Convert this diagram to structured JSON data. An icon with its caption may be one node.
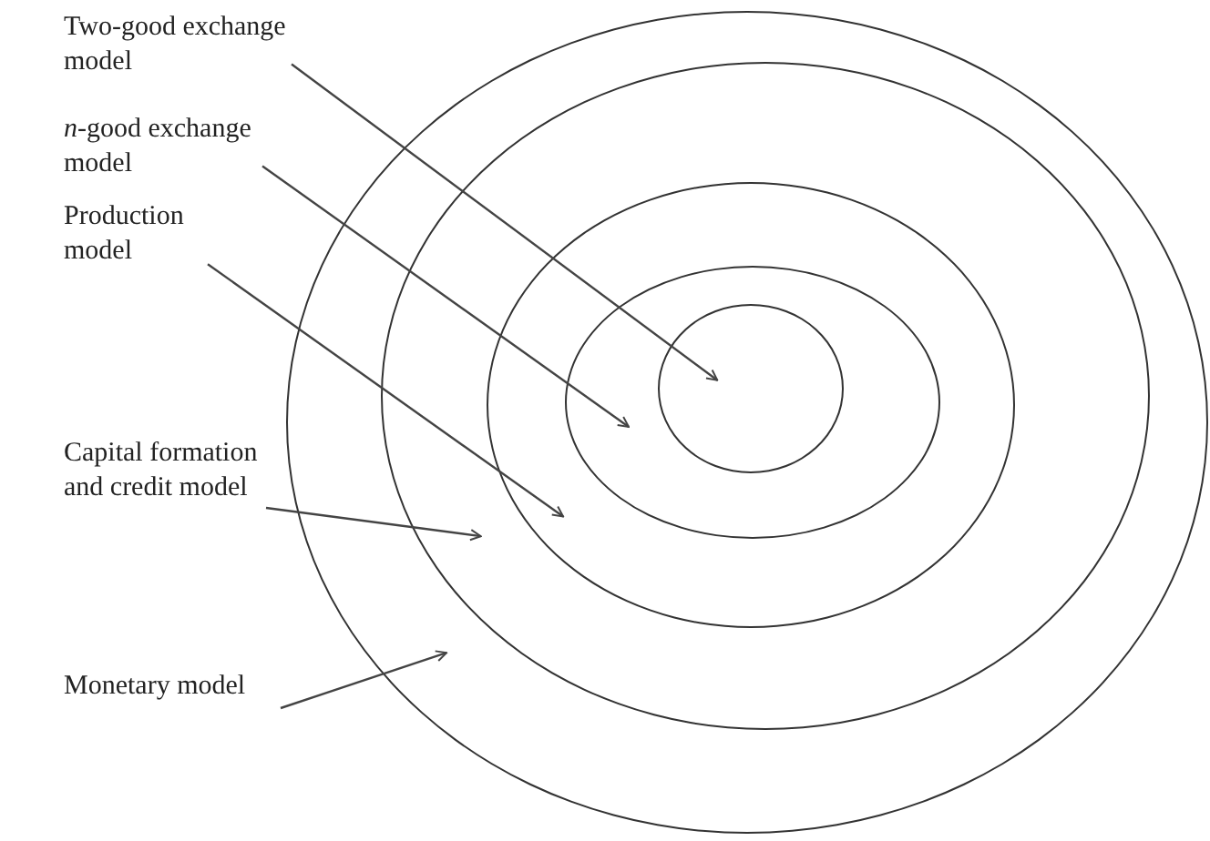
{
  "diagram": {
    "nodes": [
      {
        "text": [
          "Two-good exchange model"
        ]
      },
      {
        "text": [
          "*n*-good exchange model"
        ]
      },
      {
        "text": [
          "Production model"
        ]
      },
      {
        "text": [
          "Capital formation and credit model"
        ]
      },
      {
        "text": [
          "Monetary model"
        ]
      },
      {
        "text": [],
        "shape": "circle"
      },
      {
        "text": [],
        "shape": "circle",
        "in": 5
      },
      {
        "text": [],
        "shape": "circle",
        "in": 6
      },
      {
        "text": [],
        "shape": "circle",
        "in": 7
      },
      {
        "text": [],
        "shape": "circle",
        "in": 8
      }
    ],
    "edges": [
      {
        "from": 0,
        "to": 9,
        "arrow": "to"
      },
      {
        "from": 1,
        "to": 8,
        "arrow": "to"
      },
      {
        "from": 2,
        "to": 7,
        "arrow": "to"
      },
      {
        "from": 3,
        "to": 6,
        "arrow": "to"
      },
      {
        "from": 4,
        "to": 5,
        "arrow": "to"
      }
    ]
  }
}
